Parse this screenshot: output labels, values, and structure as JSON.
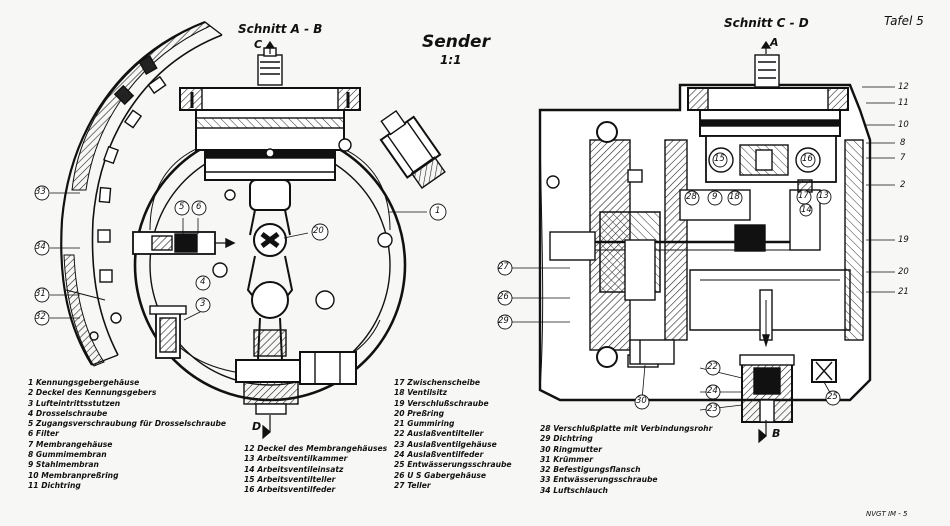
{
  "plate": "Tafel 5",
  "title": "Sender",
  "scale": "1:1",
  "sections": {
    "left": "Schnitt A - B",
    "right": "Schnitt C - D"
  },
  "cut_marks": {
    "c_top": "C",
    "a_top": "A",
    "d_bottom": "D",
    "b_bottom": "B"
  },
  "callouts": {
    "left": [
      "33",
      "34",
      "31",
      "32",
      "5",
      "6",
      "4",
      "3",
      "20",
      "1"
    ],
    "right": [
      "12",
      "11",
      "10",
      "8",
      "7",
      "2",
      "19",
      "20",
      "21",
      "15",
      "16",
      "28",
      "9",
      "18",
      "17",
      "14",
      "13",
      "27",
      "26",
      "29",
      "22",
      "24",
      "23",
      "25",
      "30"
    ]
  },
  "legend": {
    "col1": [
      "1  Kennungsgebergehäuse",
      "2  Deckel des Kennungsgebers",
      "3  Lufteintrittsstutzen",
      "4  Drosselschraube",
      "5  Zugangsverschraubung für Drosselschraube",
      "6  Filter",
      "7  Membrangehäuse",
      "8  Gummimembran",
      "9  Stahlmembran",
      "10  Membranpreßring",
      "11  Dichtring"
    ],
    "col2": [
      "12  Deckel des Membrangehäuses",
      "13  Arbeitsventilkammer",
      "14  Arbeitsventileinsatz",
      "15  Arbeitsventilteller",
      "16  Arbeitsventilfeder"
    ],
    "col3": [
      "17  Zwischenscheibe",
      "18  Ventilsitz",
      "19  Verschlußschraube",
      "20  Preßring",
      "21  Gummiring",
      "22  Auslaßventilteller",
      "23  Auslaßventilgehäuse",
      "24  Auslaßventilfeder",
      "25  Entwässerungsschraube",
      "26  U S Gabergehäuse",
      "27  Teller"
    ],
    "col4": [
      "28  Verschlußplatte mit Verbindungsrohr",
      "29  Dichtring",
      "30  Ringmutter",
      "31  Krümmer",
      "32  Befestigungsflansch",
      "33  Entwässerungsschraube",
      "34  Luftschlauch"
    ]
  },
  "reference": "NVGT IM - 5"
}
